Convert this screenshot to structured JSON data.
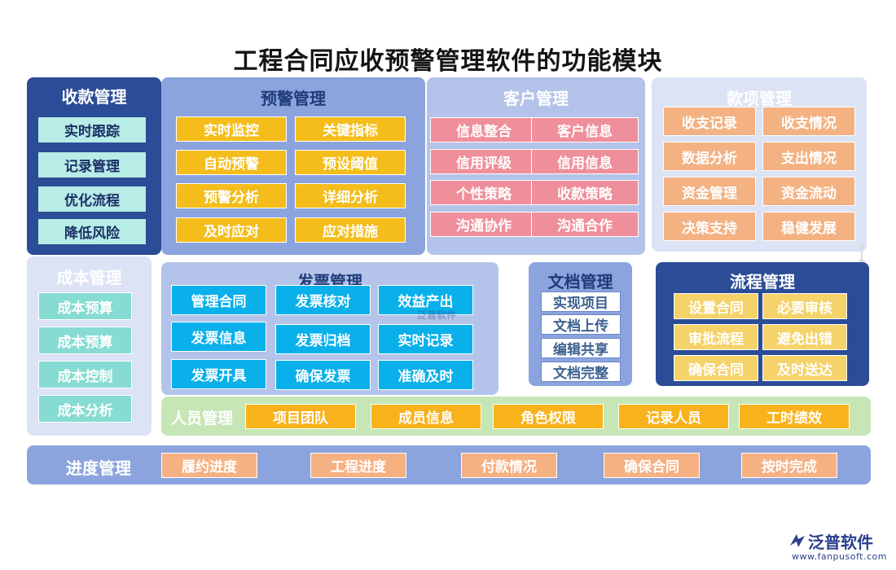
{
  "title": "工程合同应收预警管理软件的功能模块",
  "modules": {
    "shoukuan": {
      "title": "收款管理",
      "items": [
        "实时跟踪",
        "记录管理",
        "优化流程",
        "降低风险"
      ]
    },
    "yujing": {
      "title": "预警管理",
      "items": [
        "实时监控",
        "关键指标",
        "自动预警",
        "预设阈值",
        "预警分析",
        "详细分析",
        "及时应对",
        "应对措施"
      ]
    },
    "kehu": {
      "title": "客户管理",
      "items": [
        "信息整合",
        "客户信息",
        "信用评级",
        "信用信息",
        "个性策略",
        "收款策略",
        "沟通协作",
        "沟通合作"
      ]
    },
    "kuanxiang": {
      "title": "款项管理",
      "items": [
        "收支记录",
        "收支情况",
        "数据分析",
        "支出情况",
        "资金管理",
        "资金流动",
        "决策支持",
        "稳健发展"
      ]
    },
    "chengben": {
      "title": "成本管理",
      "items": [
        "成本预算",
        "成本预算",
        "成本控制",
        "成本分析"
      ]
    },
    "fapiao": {
      "title": "发票管理",
      "items": [
        "管理合同",
        "发票核对",
        "效益产出",
        "发票信息",
        "发票归档",
        "实时记录",
        "发票开具",
        "确保发票",
        "准确及时"
      ]
    },
    "wendang": {
      "title": "文档管理",
      "items": [
        "实现项目",
        "文档上传",
        "编辑共享",
        "文档完整"
      ]
    },
    "liucheng": {
      "title": "流程管理",
      "items": [
        "设置合同",
        "必要审核",
        "审批流程",
        "避免出错",
        "确保合同",
        "及时送达"
      ]
    },
    "renyuan": {
      "title": "人员管理",
      "items": [
        "项目团队",
        "成员信息",
        "角色权限",
        "记录人员",
        "工时绩效"
      ]
    },
    "jindu": {
      "title": "进度管理",
      "items": [
        "履约进度",
        "工程进度",
        "付款情况",
        "确保合同",
        "按时完成"
      ]
    }
  },
  "watermark": "泛普软件",
  "logo": {
    "name": "泛普软件",
    "url": "www.fanpusoft.com",
    "icon": "fanpu-logo-icon"
  }
}
